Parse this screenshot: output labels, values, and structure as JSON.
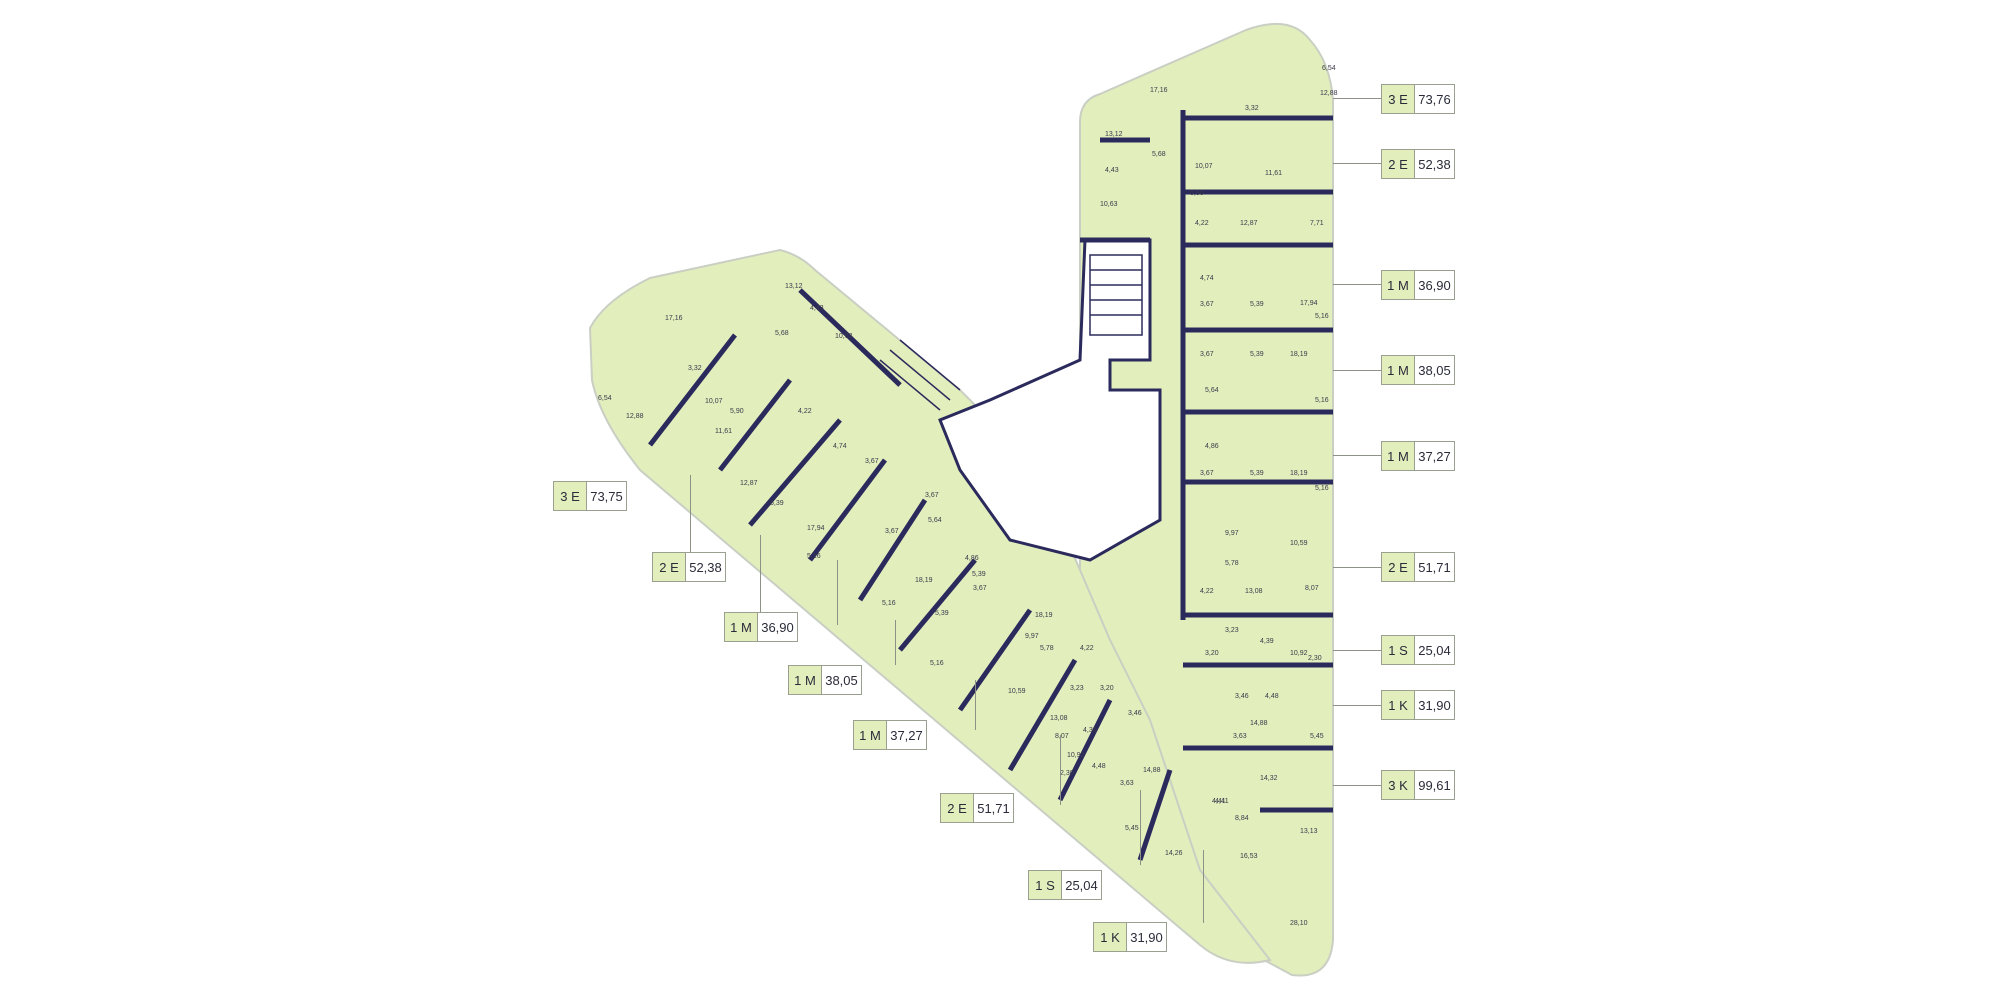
{
  "colors": {
    "fill": "#e3eebd",
    "wall": "#2b2a5c",
    "outline": "#b8bcc8",
    "label_border": "#9aa08f"
  },
  "units": [
    {
      "type": "3 E",
      "area": "73,76"
    },
    {
      "type": "2 E",
      "area": "52,38"
    },
    {
      "type": "1 M",
      "area": "36,90"
    },
    {
      "type": "1 M",
      "area": "38,05"
    },
    {
      "type": "1 M",
      "area": "37,27"
    },
    {
      "type": "2 E",
      "area": "51,71"
    },
    {
      "type": "1 S",
      "area": "25,04"
    },
    {
      "type": "1 K",
      "area": "31,90"
    },
    {
      "type": "3 K",
      "area": "99,61"
    },
    {
      "type": "3 E",
      "area": "73,75"
    },
    {
      "type": "2 E",
      "area": "52,38"
    },
    {
      "type": "1 M",
      "area": "36,90"
    },
    {
      "type": "1 M",
      "area": "38,05"
    },
    {
      "type": "1 M",
      "area": "37,27"
    },
    {
      "type": "2 E",
      "area": "51,71"
    },
    {
      "type": "1 S",
      "area": "25,04"
    },
    {
      "type": "1 K",
      "area": "31,90"
    }
  ],
  "room_areas_right": [
    "6,54",
    "17,16",
    "12,88",
    "3,32",
    "13,12",
    "5,68",
    "10,07",
    "11,61",
    "4,43",
    "10,63",
    "5,90",
    "4,22",
    "12,87",
    "7,71",
    "4,74",
    "17,94",
    "3,67",
    "5,39",
    "5,16",
    "3,67",
    "5,39",
    "18,19",
    "5,64",
    "5,16",
    "4,86",
    "3,67",
    "5,39",
    "18,19",
    "5,16",
    "9,97",
    "10,59",
    "5,78",
    "4,22",
    "13,08",
    "8,07",
    "3,23",
    "4,39",
    "10,92",
    "3,20",
    "2,30",
    "3,46",
    "4,48",
    "14,88",
    "3,63",
    "5,45",
    "14,32",
    "8,84",
    "4,41",
    "13,13",
    "14,26",
    "16,53",
    "28,10"
  ],
  "room_areas_left": [
    "13,12",
    "4,43",
    "17,16",
    "10,63",
    "5,68",
    "3,32",
    "10,07",
    "6,54",
    "12,88",
    "5,90",
    "4,22",
    "11,61",
    "4,74",
    "3,67",
    "12,87",
    "5,39",
    "3,67",
    "17,94",
    "5,16",
    "5,64",
    "3,67",
    "4,86",
    "5,39",
    "18,19",
    "5,16",
    "5,39",
    "3,67",
    "18,19",
    "5,16",
    "9,97",
    "5,78",
    "4,22",
    "10,59",
    "13,08",
    "3,23",
    "3,20",
    "8,07",
    "4,39",
    "10,92",
    "2,30",
    "3,46",
    "4,48",
    "14,88",
    "3,63",
    "5,45",
    "4,41"
  ]
}
